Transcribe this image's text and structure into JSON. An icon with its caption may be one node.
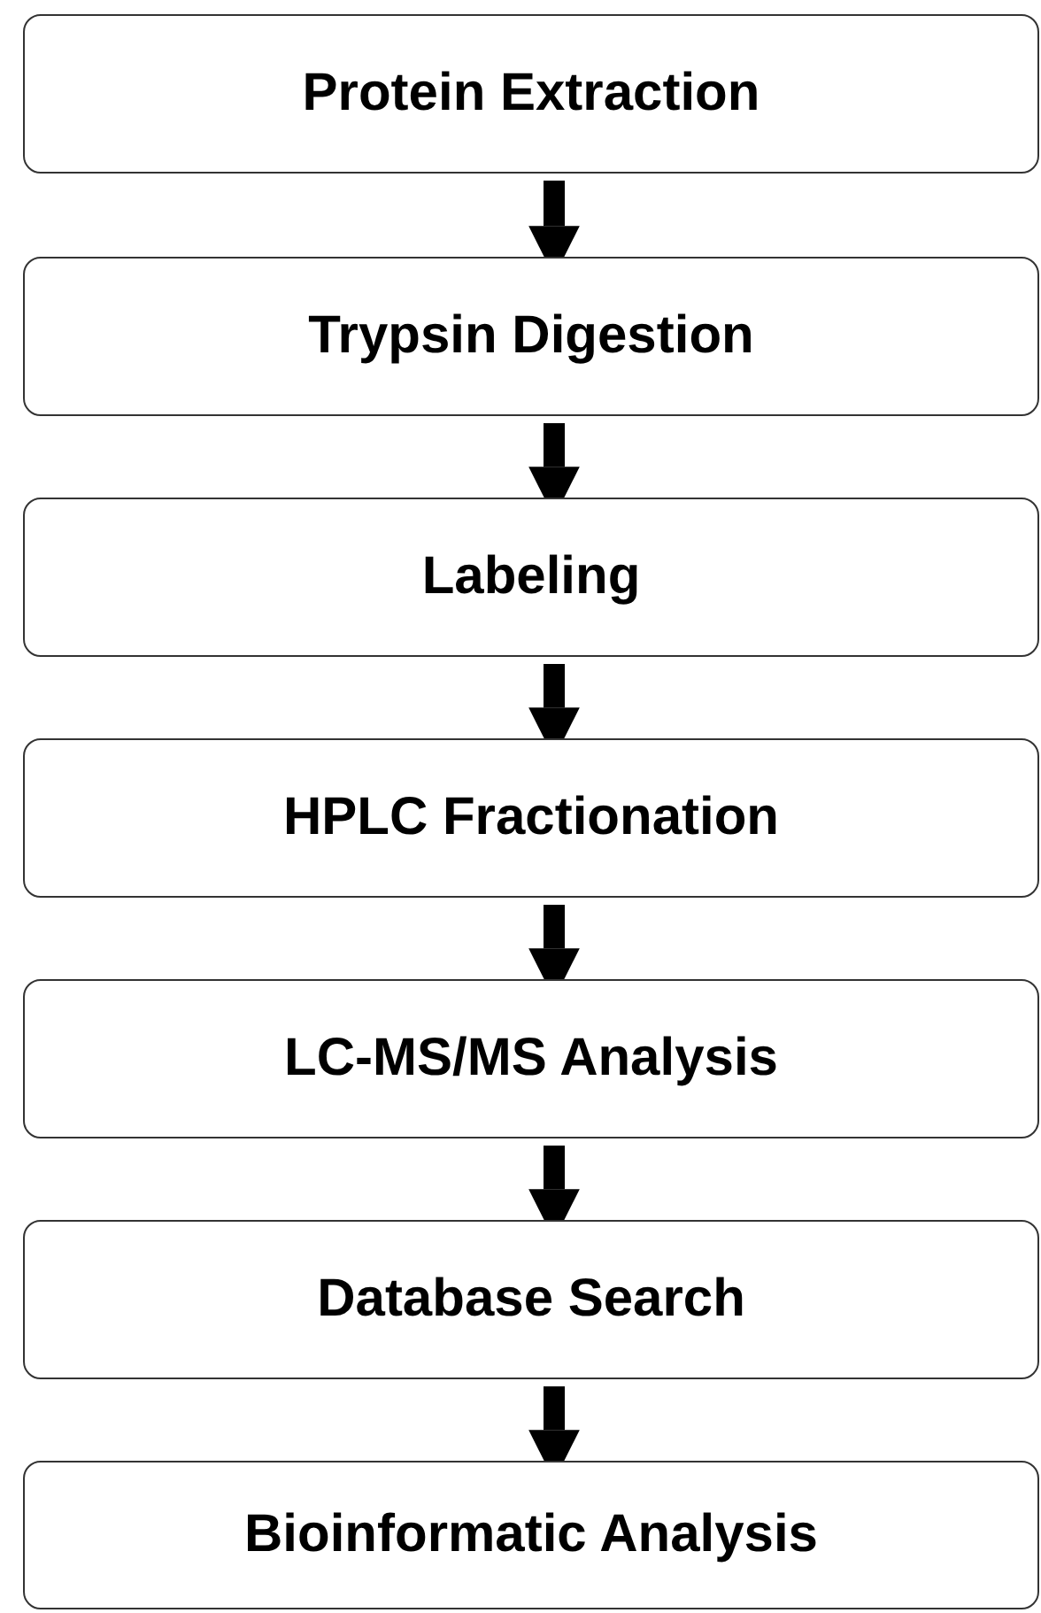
{
  "diagram": {
    "nodes": [
      {
        "text": [
          "Protein Extraction"
        ]
      },
      {
        "text": [
          "Trypsin Digestion"
        ]
      },
      {
        "text": [
          "Labeling"
        ]
      },
      {
        "text": [
          "HPLC Fractionation"
        ]
      },
      {
        "text": [
          "LC-MS/MS Analysis"
        ]
      },
      {
        "text": [
          "Database Search"
        ]
      },
      {
        "text": [
          "Bioinformatic Analysis"
        ]
      }
    ],
    "edges": [
      {
        "from": 0,
        "to": 1,
        "arrow": "to"
      },
      {
        "from": 1,
        "to": 2,
        "arrow": "to"
      },
      {
        "from": 2,
        "to": 3,
        "arrow": "to"
      },
      {
        "from": 3,
        "to": 4,
        "arrow": "to"
      },
      {
        "from": 4,
        "to": 5,
        "arrow": "to"
      },
      {
        "from": 5,
        "to": 6,
        "arrow": "to"
      }
    ]
  }
}
